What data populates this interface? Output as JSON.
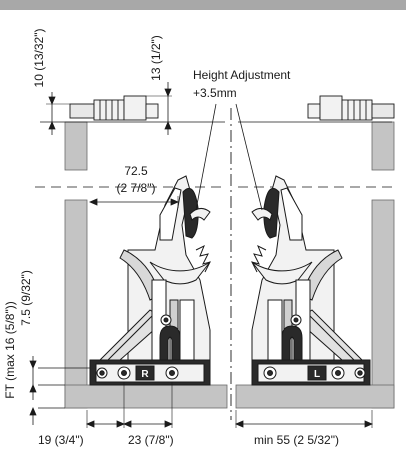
{
  "colors": {
    "top_band": "#a8a8a8",
    "panel": "#c4c4c4",
    "panel_edge": "#6a6a6a",
    "line": "#1a1a1a",
    "runner_dark": "#2a2a2a",
    "runner_light": "#f2f2f2"
  },
  "labels": {
    "dim_10": "10 (13/32\")",
    "dim_13": "13 (1/2\")",
    "height_title": "Height Adjustment",
    "height_value": "+3.5mm",
    "dim_72_top": "72.5",
    "dim_72_bottom": "(2 7/8\")",
    "dim_7_5": "7.5 (9/32\")",
    "dim_ft": "FT (max 16 (5/8\"))",
    "dim_19": "19 (3/4\")",
    "dim_23": "23 (7/8\")",
    "dim_min55": "min 55 (2 5/32\")",
    "badge_right": "R",
    "badge_left": "L"
  }
}
